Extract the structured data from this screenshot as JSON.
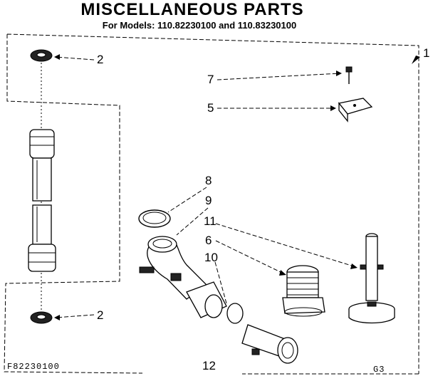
{
  "header": {
    "title": "MISCELLANEOUS PARTS",
    "subtitle": "For Models: 110.82230100 and 110.83230100"
  },
  "callouts": {
    "c1": "1",
    "c2_top": "2",
    "c2_bottom": "2",
    "c5": "5",
    "c6": "6",
    "c7": "7",
    "c8": "8",
    "c9": "9",
    "c10": "10",
    "c11": "11",
    "c12": "12"
  },
  "footer": {
    "diagram_code": "F82230100",
    "page_code": "G3"
  }
}
